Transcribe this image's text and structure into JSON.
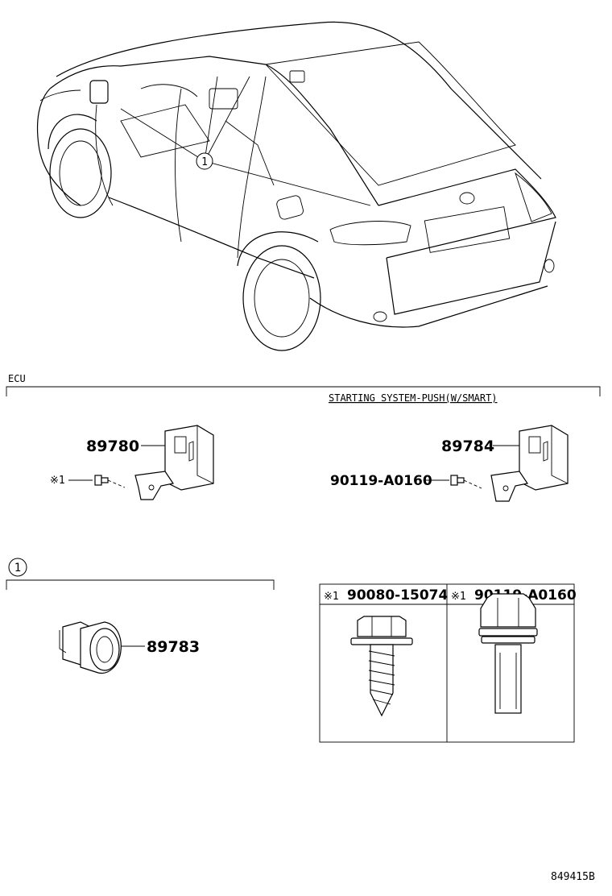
{
  "sections": {
    "ecu_label": "ECU",
    "starting_system_label": "STARTING SYSTEM-PUSH(W/SMART)",
    "callout_1": "1"
  },
  "parts": {
    "ecu_left_part": "89780",
    "ecu_right_part": "89784",
    "left_bolt_ref": "※1",
    "right_bolt_part": "90119-A0160",
    "sensor_part": "89783"
  },
  "fastener_table": {
    "col1_ref": "※1",
    "col1_part": "90080-15074",
    "col2_ref": "※1",
    "col2_part": "90119-A0160"
  },
  "car_callout": "1",
  "footer": {
    "drawing_code": "849415B"
  }
}
